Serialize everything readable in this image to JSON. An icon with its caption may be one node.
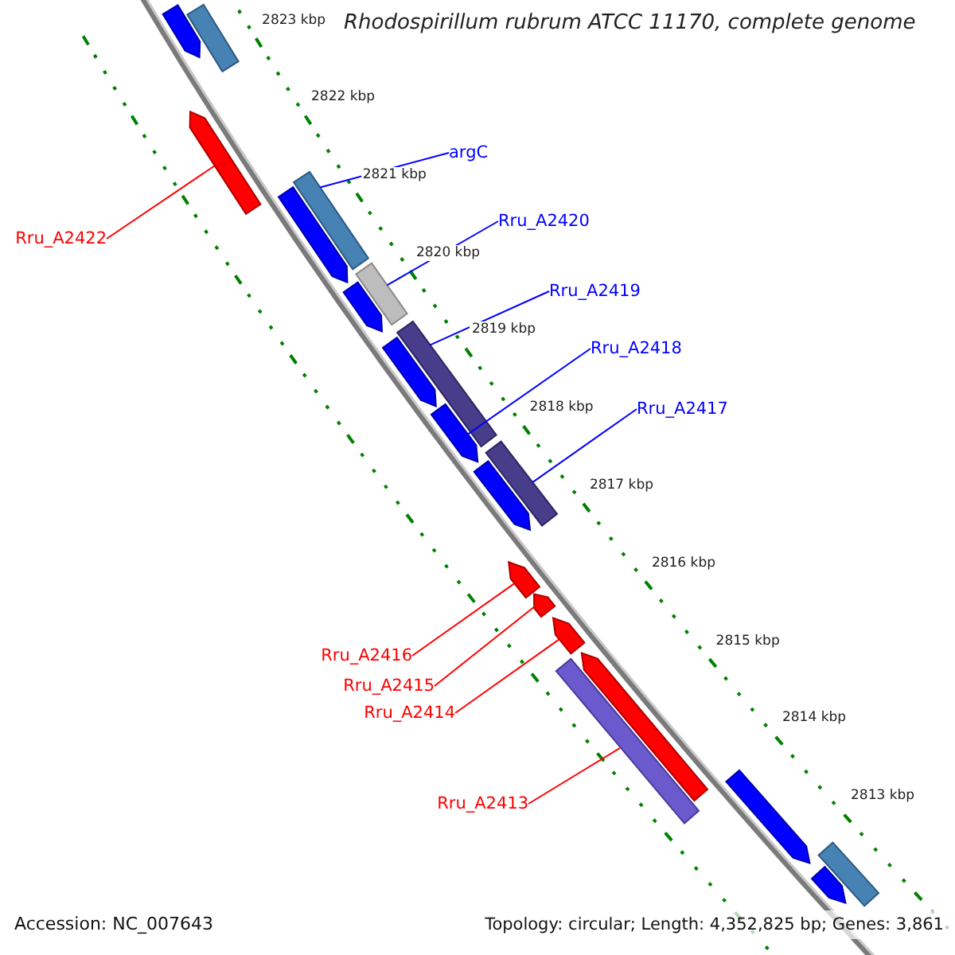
{
  "diagram": {
    "title": "Rhodospirillum rubrum ATCC 11170, complete genome",
    "nodes": [
      {
        "text": [
          "argC"
        ]
      },
      {
        "text": [
          "Rru_A2420"
        ]
      },
      {
        "text": [
          "Rru_A2419"
        ]
      },
      {
        "text": [
          "Rru_A2418"
        ]
      },
      {
        "text": [
          "Rru_A2417"
        ]
      },
      {
        "text": [
          "Rru_A2422"
        ]
      },
      {
        "text": [
          "Rru_A2416"
        ]
      },
      {
        "text": [
          "Rru_A2415"
        ]
      },
      {
        "text": [
          "Rru_A2414"
        ]
      },
      {
        "text": [
          "Rru_A2413"
        ]
      },
      {
        "text": [],
        "shape": "bar"
      },
      {
        "text": [],
        "shape": "pentagon"
      },
      {
        "text": [],
        "shape": "pentagon"
      },
      {
        "text": [],
        "shape": "pentagon"
      },
      {
        "text": [],
        "shape": "bar"
      },
      {
        "text": [],
        "shape": "pentagon"
      },
      {
        "text": [],
        "shape": "bar"
      },
      {
        "text": [],
        "shape": "pentagon"
      },
      {
        "text": [],
        "shape": "bar"
      },
      {
        "text": [],
        "shape": "pentagon"
      },
      {
        "text": [],
        "shape": "bar"
      },
      {
        "text": [],
        "shape": "pentagon"
      },
      {
        "text": [],
        "shape": "pentagon"
      },
      {
        "text": [],
        "shape": "pentagon"
      },
      {
        "text": [],
        "shape": "pentagon"
      },
      {
        "text": [],
        "shape": "pentagon"
      },
      {
        "text": [],
        "shape": "bar"
      },
      {
        "text": [],
        "shape": "pentagon"
      },
      {
        "text": [],
        "shape": "bar"
      },
      {
        "text": [],
        "shape": "pentagon"
      }
    ],
    "edges": [
      {
        "from": 0,
        "to": 14,
        "arrow": "none"
      },
      {
        "from": 1,
        "to": 16,
        "arrow": "none"
      },
      {
        "from": 2,
        "to": 18,
        "arrow": "none"
      },
      {
        "from": 3,
        "to": 19,
        "arrow": "none"
      },
      {
        "from": 4,
        "to": 20,
        "arrow": "none"
      },
      {
        "from": 5,
        "to": 12,
        "arrow": "none",
        "color": "#ff0000"
      },
      {
        "from": 6,
        "to": 22,
        "arrow": "none",
        "color": "#ff0000"
      },
      {
        "from": 7,
        "to": 23,
        "arrow": "none",
        "color": "#ff0000"
      },
      {
        "from": 8,
        "to": 24,
        "arrow": "none",
        "color": "#ff0000"
      },
      {
        "from": 9,
        "to": 26,
        "arrow": "none",
        "color": "#ff0000"
      }
    ],
    "labels": [
      "2823 kbp",
      "2822 kbp",
      "2821 kbp",
      "2820 kbp",
      "2819 kbp",
      "2818 kbp",
      "2817 kbp",
      "2816 kbp",
      "2815 kbp",
      "2814 kbp",
      "2813 kbp",
      "Accession: NC_007643",
      "Topology: circular; Length: 4,352,825 bp; Genes: 3,861"
    ]
  }
}
